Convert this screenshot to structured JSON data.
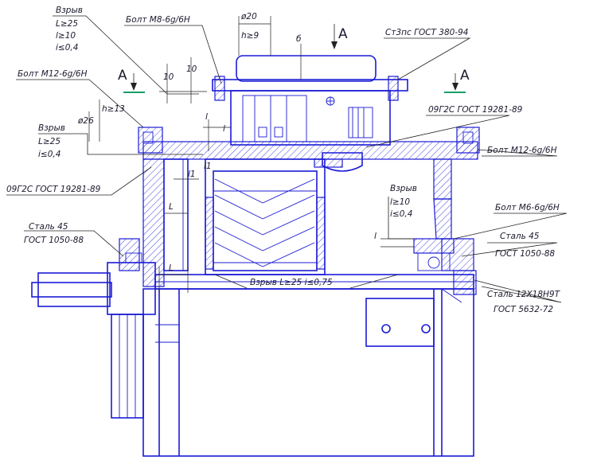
{
  "labels": {
    "vzryv_top": "Взрыв",
    "l25_top": "L≥25",
    "l10_top": "l≥10",
    "i04_top": "i≤0,4",
    "bolt_m8": "Болт М8-6g/6Н",
    "dia20": "ø20",
    "h9": "h≥9",
    "b6": "б",
    "arrow_a_top": "А",
    "st3ps": "Ст3пс ГОСТ 380-94",
    "bolt_m12_left": "Болт М12-6g/6Н",
    "dim10a": "10",
    "dim10b": "10",
    "arrow_a_left": "А",
    "arrow_a_right": "А",
    "dia26": "ø26",
    "h13": "h≥13",
    "steel_09g2s_right_top": "09Г2С ГОСТ 19281-89",
    "vzryv_left": "Взрыв",
    "l25_left": "L≥25",
    "i04_left": "i≤0,4",
    "dim_l_a": "l",
    "dim_l_b": "l",
    "bolt_m12_right": "Болт М12-6g/6Н",
    "steel_09g2s_left": "09Г2С ГОСТ 19281-89",
    "dim_l1a": "l1",
    "dim_l1b": "l1",
    "dim_L_a": "L",
    "vzryv_right": "Взрыв",
    "l10_right": "l≥10",
    "i04_right": "i≤0,4",
    "bolt_m6": "Болт М6-6g/6Н",
    "steel45_left_a": "Сталь 45",
    "steel45_left_b": "ГОСТ 1050-88",
    "dim_l_c": "l",
    "steel45_right_a": "Сталь 45",
    "steel45_right_b": "ГОСТ 1050-88",
    "dim_L_b": "L",
    "vzryv_bottom": "Взрыв L≥25 i≤0,75",
    "steel12x_a": "Сталь 12Х18Н9Т",
    "steel12x_b": "ГОСТ 5632-72"
  }
}
